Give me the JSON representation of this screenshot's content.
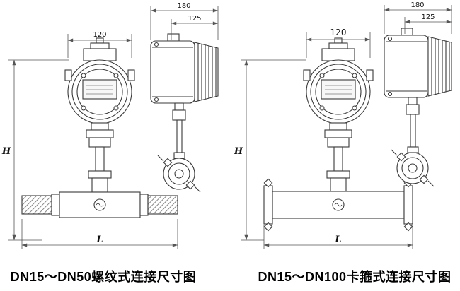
{
  "page": {
    "background": "#ffffff",
    "colors": {
      "line": "#3a3a3a",
      "dimension": "#555555",
      "text": "#111111"
    }
  },
  "left_drawing": {
    "caption": "DN15～DN50螺纹式连接尺寸图",
    "dims": {
      "head_width": "120",
      "side_depth": "180",
      "side_front": "125",
      "height": "H",
      "length": "L"
    }
  },
  "right_drawing": {
    "caption": "DN15～DN100卡箍式连接尺寸图",
    "dims": {
      "head_width": "120",
      "side_depth": "180",
      "side_front": "125",
      "height": "H",
      "length": "L"
    }
  }
}
